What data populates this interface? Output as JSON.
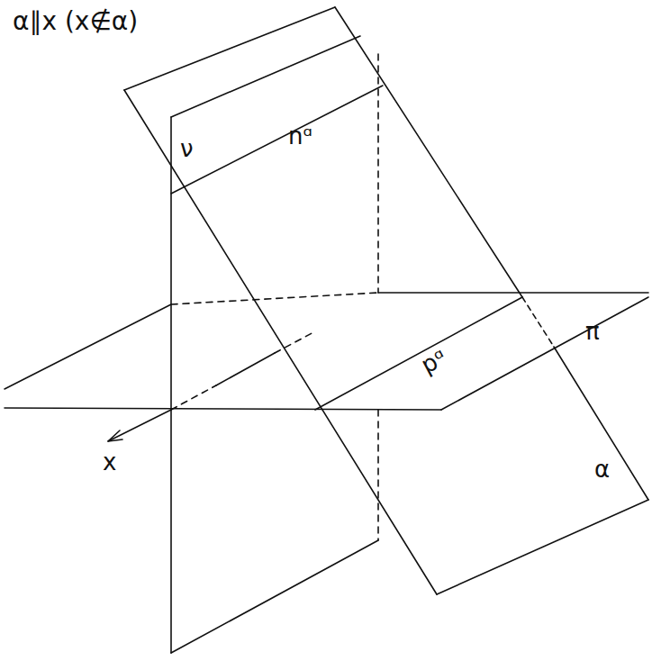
{
  "diagram": {
    "title": "α∥x (x∉α)",
    "labels": [
      "ν",
      "nᵅ",
      "π",
      "pᵅ",
      "x",
      "α"
    ]
  }
}
